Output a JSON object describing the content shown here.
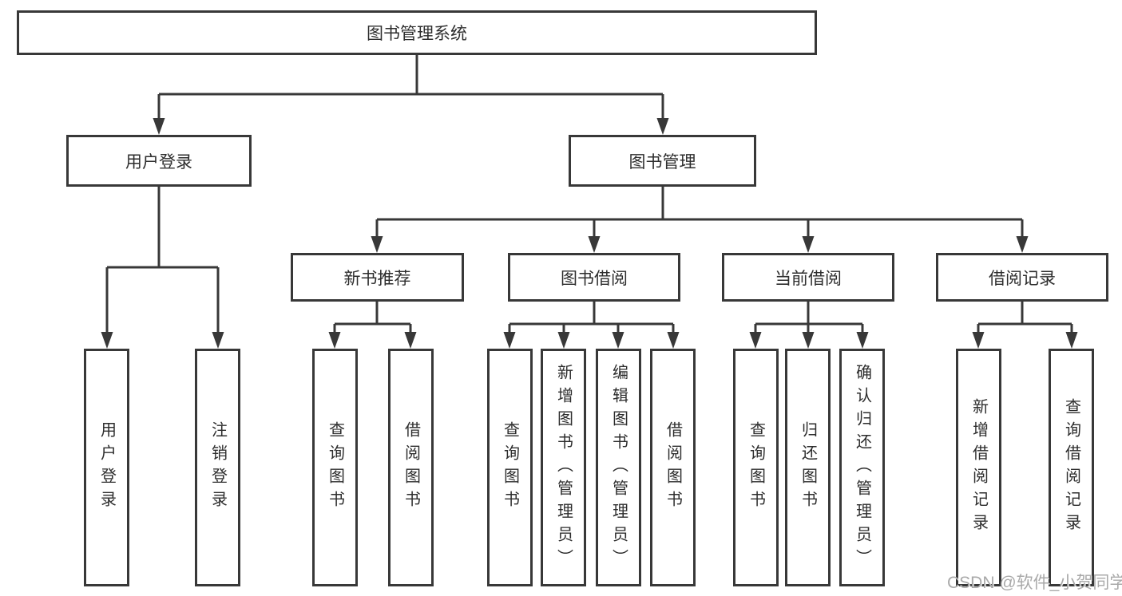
{
  "tree": {
    "root": "图书管理系统",
    "branches": [
      {
        "label": "用户登录",
        "children": [
          "用户登录",
          "注销登录"
        ]
      },
      {
        "label": "图书管理",
        "sections": [
          {
            "label": "新书推荐",
            "children": [
              "查询图书",
              "借阅图书"
            ]
          },
          {
            "label": "图书借阅",
            "children": [
              "查询图书",
              "新增图书（管理员）",
              "编辑图书（管理员）",
              "借阅图书"
            ]
          },
          {
            "label": "当前借阅",
            "children": [
              "查询图书",
              "归还图书",
              "确认归还（管理员）"
            ]
          },
          {
            "label": "借阅记录",
            "children": [
              "新增借阅记录",
              "查询借阅记录"
            ]
          }
        ]
      }
    ]
  },
  "watermark": {
    "text": "CSDN @软件_小贺同学",
    "color": "#a9a9a9"
  },
  "colors": {
    "line": "#383838",
    "text": "#2d2d2d",
    "background": "#ffffff"
  }
}
